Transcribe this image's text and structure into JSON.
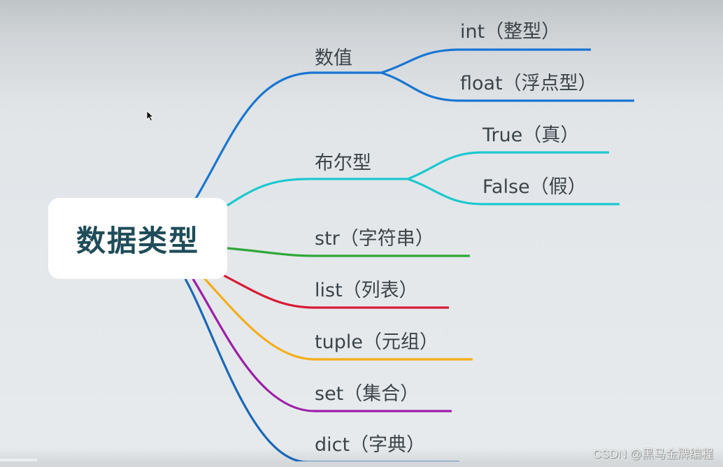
{
  "central_topic": {
    "label": "数据类型",
    "color": "#1f4c5a"
  },
  "branches": [
    {
      "label": "数值",
      "color": "#1976d2",
      "children": [
        {
          "label": "int（整型）"
        },
        {
          "label": "float（浮点型）"
        }
      ]
    },
    {
      "label": "布尔型",
      "color": "#1ec8cf",
      "children": [
        {
          "label": "True（真）"
        },
        {
          "label": "False（假）"
        }
      ]
    },
    {
      "label": "str（字符串）",
      "color": "#2ea83a"
    },
    {
      "label": "list（列表）",
      "color": "#d81b36"
    },
    {
      "label": "tuple（元组）",
      "color": "#f5ad17"
    },
    {
      "label": "set（集合）",
      "color": "#9c1fa8"
    },
    {
      "label": "dict（字典）",
      "color": "#1a67b8"
    }
  ],
  "watermark": "CSDN @黑马金牌编程"
}
